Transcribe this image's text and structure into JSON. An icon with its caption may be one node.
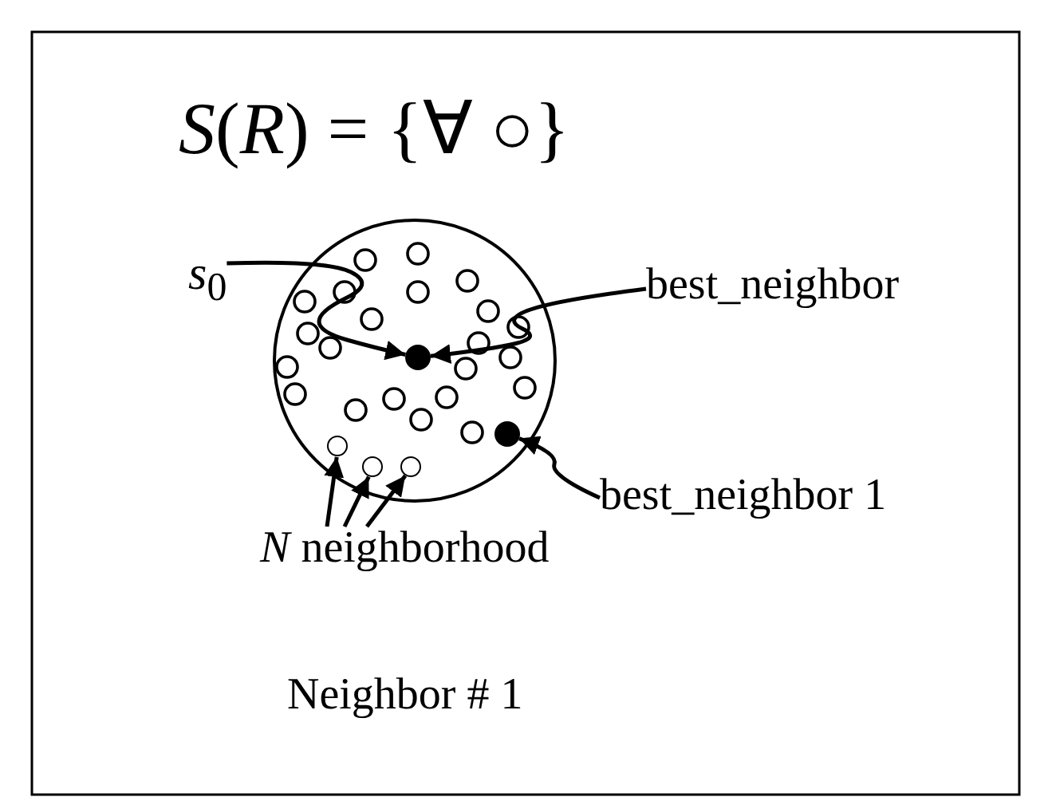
{
  "diagram": {
    "title": "*S*(*R*) = {∀ ○}",
    "nodes": [
      {
        "text": [],
        "shape": "circle"
      },
      {
        "text": [],
        "shape": "circle",
        "in": 0
      },
      {
        "text": [],
        "shape": "circle",
        "in": 0
      },
      {
        "text": [],
        "shape": "circle",
        "in": 0
      },
      {
        "text": [],
        "shape": "circle",
        "in": 0
      },
      {
        "text": [],
        "shape": "circle",
        "in": 0
      },
      {
        "text": [
          "*s*$_{0}$"
        ]
      },
      {
        "text": [
          "best_neighbor"
        ]
      },
      {
        "text": [
          "best_neighbor 1"
        ]
      },
      {
        "text": [
          "*N* neighborhood"
        ]
      }
    ],
    "edges": [
      {
        "from": 6,
        "to": 1,
        "arrow": "to"
      },
      {
        "from": 7,
        "to": 1,
        "arrow": "to"
      },
      {
        "from": 8,
        "to": 2,
        "arrow": "to"
      },
      {
        "from": 9,
        "to": 3,
        "arrow": "to"
      },
      {
        "from": 9,
        "to": 4,
        "arrow": "to"
      },
      {
        "from": 9,
        "to": 5,
        "arrow": "to"
      }
    ],
    "labels": [
      "Neighbor # 1"
    ]
  }
}
